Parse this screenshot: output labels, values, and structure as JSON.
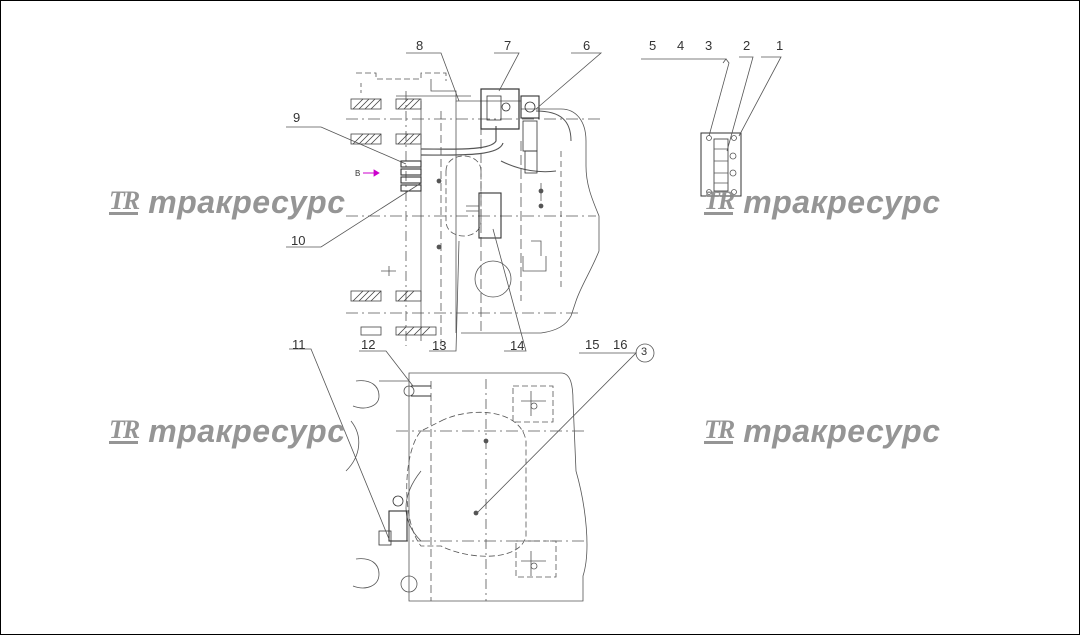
{
  "callouts": {
    "c1": "1",
    "c2": "2",
    "c3": "3",
    "c4": "4",
    "c5": "5",
    "c6": "6",
    "c7": "7",
    "c8": "8",
    "c9": "9",
    "c10": "10",
    "c11": "11",
    "c12": "12",
    "c13": "13",
    "c14": "14",
    "c15": "15",
    "c16": "16"
  },
  "view_marker": "3",
  "view_letter": "B",
  "watermark": {
    "logo": "TR",
    "brand": "тракресурс"
  },
  "colors": {
    "line": "#555555",
    "watermark": "#8a8a8a",
    "accent": "#cc00cc"
  }
}
